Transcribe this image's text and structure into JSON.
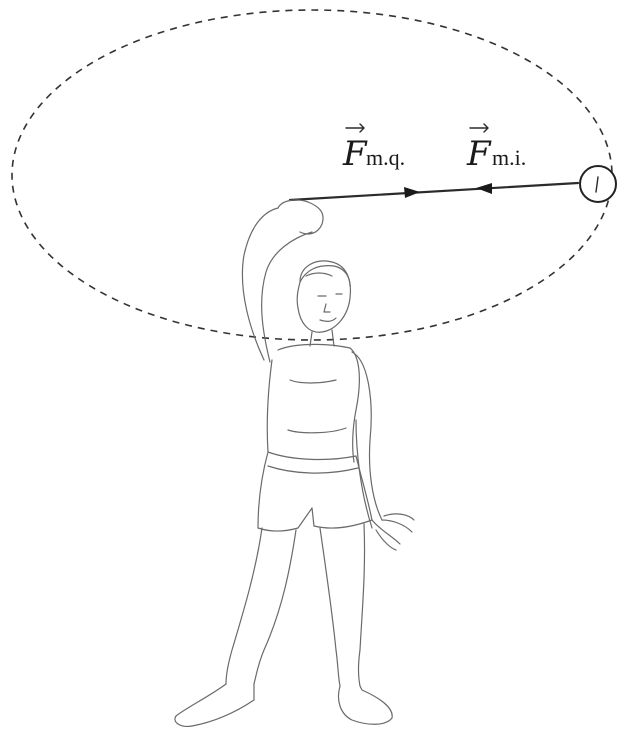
{
  "labels": {
    "force_centripetal_symbol": "F",
    "force_centripetal_subscript": "m.q.",
    "force_inertial_symbol": "F",
    "force_inertial_subscript": "m.i."
  },
  "colors": {
    "ink": "#2b2b2b",
    "sketch": "#6a6a6a",
    "background": "#ffffff"
  }
}
